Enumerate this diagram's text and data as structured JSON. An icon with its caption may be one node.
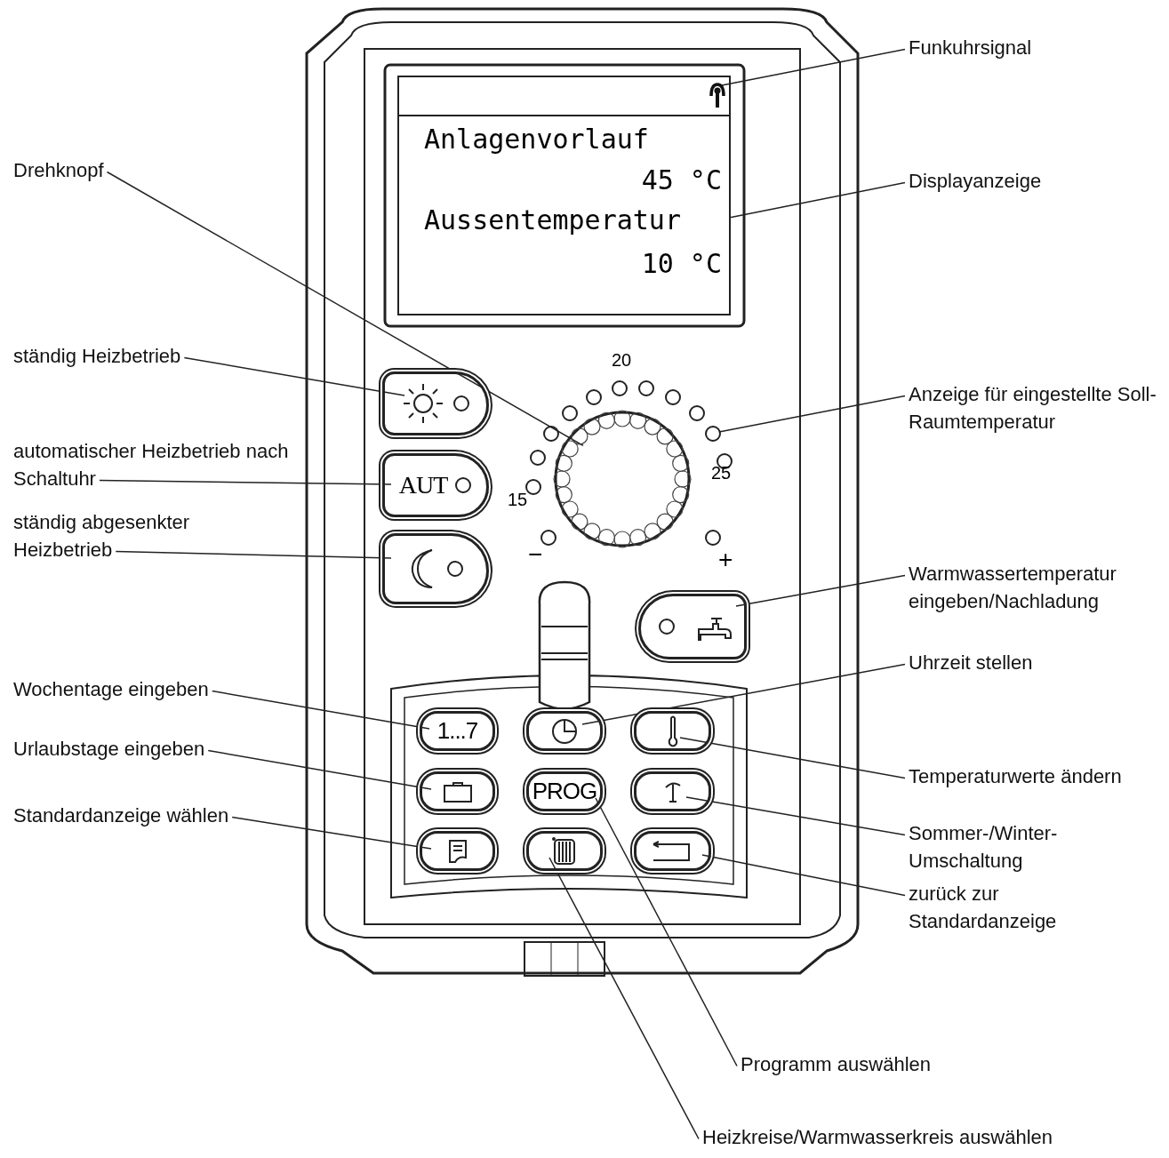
{
  "diagram": {
    "nodes": [
      {
        "text": [
          "Anlagenvorlauf",
          "45 °C",
          "Aussentemperatur",
          "10 °C"
        ]
      },
      {
        "text": [],
        "shape": "icon",
        "in": 0
      },
      {
        "text": [
          "Funkuhrsignal"
        ]
      },
      {
        "text": [
          "Displayanzeige"
        ]
      },
      {
        "text": [
          "Drehknopf"
        ]
      },
      {
        "text": [],
        "shape": "circle"
      },
      {
        "text": [
          "ständig Heizbetrieb"
        ]
      },
      {
        "text": [],
        "shape": "box"
      },
      {
        "text": [
          "automatischer Heizbetrieb nach Schaltuhr"
        ]
      },
      {
        "text": [
          "AUT"
        ]
      },
      {
        "text": [
          "ständig abgesenkter Heizbetrieb"
        ]
      },
      {
        "text": [],
        "shape": "box"
      },
      {
        "text": [
          "Anzeige für eingestellte Soll-Raumtemperatur"
        ]
      },
      {
        "text": [],
        "shape": "circle"
      },
      {
        "text": [
          "Warmwassertemperatur eingeben/Nachladung"
        ]
      },
      {
        "text": [],
        "shape": "box"
      },
      {
        "text": [
          "Uhrzeit stellen"
        ]
      },
      {
        "text": [],
        "shape": "box"
      },
      {
        "text": [
          "Wochentage eingeben"
        ]
      },
      {
        "text": [
          "1...7"
        ]
      },
      {
        "text": [
          "Urlaubstage eingeben"
        ]
      },
      {
        "text": [],
        "shape": "box"
      },
      {
        "text": [
          "Temperaturwerte ändern"
        ]
      },
      {
        "text": [],
        "shape": "box"
      },
      {
        "text": [
          "Standardanzeige wählen"
        ]
      },
      {
        "text": [],
        "shape": "box"
      },
      {
        "text": [
          "PROG"
        ]
      },
      {
        "text": [
          "Sommer-/Winter-Umschaltung"
        ]
      },
      {
        "text": [],
        "shape": "box"
      },
      {
        "text": [],
        "shape": "box"
      },
      {
        "text": [
          "zurück zur Standardanzeige"
        ]
      },
      {
        "text": [],
        "shape": "box"
      },
      {
        "text": [
          "Programm auswählen"
        ]
      },
      {
        "text": [
          "Heizkreise/Warmwasserkreis auswählen"
        ]
      }
    ],
    "edges": [
      {
        "from": 2,
        "to": 1,
        "arrow": "none"
      },
      {
        "from": 3,
        "to": 0,
        "arrow": "none"
      },
      {
        "from": 4,
        "to": 5,
        "arrow": "none"
      },
      {
        "from": 6,
        "to": 7,
        "arrow": "none"
      },
      {
        "from": 8,
        "to": 9,
        "arrow": "none"
      },
      {
        "from": 10,
        "to": 11,
        "arrow": "none"
      },
      {
        "from": 12,
        "to": 13,
        "arrow": "none"
      },
      {
        "from": 14,
        "to": 15,
        "arrow": "none"
      },
      {
        "from": 16,
        "to": 17,
        "arrow": "none"
      },
      {
        "from": 18,
        "to": 19,
        "arrow": "none"
      },
      {
        "from": 20,
        "to": 21,
        "arrow": "none"
      },
      {
        "from": 22,
        "to": 23,
        "arrow": "none"
      },
      {
        "from": 24,
        "to": 25,
        "arrow": "none"
      },
      {
        "from": 27,
        "to": 28,
        "arrow": "none"
      },
      {
        "from": 30,
        "to": 31,
        "arrow": "none"
      },
      {
        "from": 32,
        "to": 26,
        "arrow": "none"
      },
      {
        "from": 33,
        "to": 29,
        "arrow": "none"
      }
    ],
    "labels": [
      "20",
      "25",
      "15",
      "−",
      "+"
    ]
  }
}
